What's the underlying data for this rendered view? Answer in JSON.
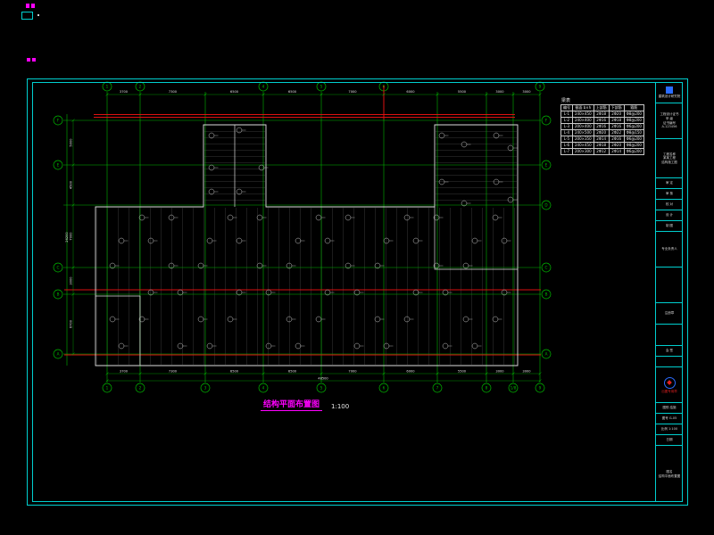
{
  "plan": {
    "grid_color": "#00b800",
    "red_color": "#dd1111",
    "outline_color": "#dcdcdc",
    "x_labels": [
      "1",
      "2",
      "3",
      "4",
      "5",
      "6",
      "7",
      "8",
      "1/8",
      "9"
    ],
    "y_labels": [
      "F",
      "E",
      "D",
      "C",
      "B",
      "A"
    ],
    "dims_x": [
      "3700",
      "7300",
      "6500",
      "6500",
      "7000",
      "6000",
      "5500",
      "3000",
      "3000"
    ],
    "dims_x_total": "48500",
    "dims_y": [
      "5000",
      "4500",
      "7000",
      "3000",
      "6700"
    ],
    "dims_y_total": "26200"
  },
  "drawing_title": {
    "text": "结构平面布置图",
    "scale": "1:100"
  },
  "schedule": {
    "title": "梁表",
    "headers": [
      "编号",
      "截面 b×h",
      "上部筋",
      "下部筋",
      "箍筋"
    ],
    "rows": [
      [
        "L-1",
        "240×450",
        "2Φ18",
        "2Φ20",
        "Φ8@200"
      ],
      [
        "L-2",
        "240×400",
        "2Φ16",
        "2Φ18",
        "Φ8@200"
      ],
      [
        "L-3",
        "200×400",
        "2Φ16",
        "2Φ16",
        "Φ6@200"
      ],
      [
        "L-4",
        "240×500",
        "2Φ20",
        "2Φ22",
        "Φ8@150"
      ],
      [
        "L-5",
        "200×350",
        "2Φ14",
        "2Φ16",
        "Φ6@200"
      ],
      [
        "L-6",
        "240×450",
        "2Φ18",
        "2Φ20",
        "Φ8@200"
      ],
      [
        "L-7",
        "200×300",
        "2Φ12",
        "2Φ14",
        "Φ6@200"
      ]
    ]
  },
  "title_block": {
    "cells": [
      {
        "h": 24,
        "type": "logo",
        "lines": [
          "建筑设计研究院"
        ]
      },
      {
        "h": 40,
        "lines": [
          "工程设计证书",
          "甲 级",
          "证书编号",
          "A-123456"
        ]
      },
      {
        "h": 44,
        "lines": [
          "工程名称",
          "某某工程",
          "结构施工图"
        ]
      },
      {
        "h": 12,
        "lines": [
          "审 定"
        ]
      },
      {
        "h": 12,
        "lines": [
          "审 核"
        ]
      },
      {
        "h": 12,
        "lines": [
          "校 对"
        ]
      },
      {
        "h": 12,
        "lines": [
          "设 计"
        ]
      },
      {
        "h": 12,
        "lines": [
          "制 图"
        ]
      },
      {
        "h": 40,
        "lines": [
          "专业负责人"
        ]
      },
      {
        "h": 40,
        "lines": []
      },
      {
        "h": 24,
        "lines": [
          "注册章"
        ]
      },
      {
        "h": 24,
        "lines": []
      },
      {
        "h": 12,
        "lines": [
          "会 签"
        ]
      },
      {
        "h": 12,
        "lines": []
      },
      {
        "h": 40,
        "type": "stamp",
        "lines": [
          "出图专用章"
        ]
      },
      {
        "h": 12,
        "lines": [
          "图别 结施"
        ]
      },
      {
        "h": 12,
        "lines": [
          "图号 G-05"
        ]
      },
      {
        "h": 12,
        "lines": [
          "比例 1:100"
        ]
      },
      {
        "h": 12,
        "lines": [
          "日期"
        ]
      },
      {
        "h": 63,
        "lines": [
          "图名",
          "结构平面布置图"
        ]
      }
    ]
  }
}
